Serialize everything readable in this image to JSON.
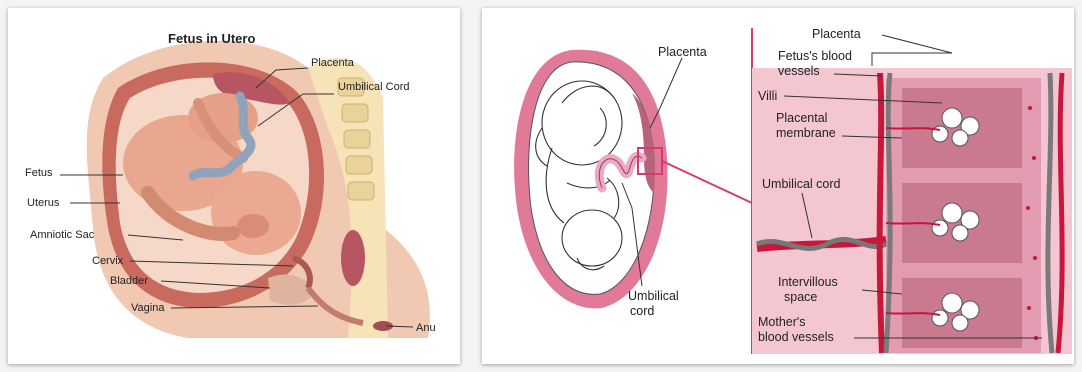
{
  "left": {
    "title": "Fetus in Utero",
    "labels": {
      "placenta": "Placenta",
      "umbilical_cord": "Umbilical Cord",
      "fetus": "Fetus",
      "uterus": "Uterus",
      "amniotic_sac": "Amniotic Sac",
      "cervix": "Cervix",
      "bladder": "Bladder",
      "vagina": "Vagina",
      "anus": "Anu"
    }
  },
  "right": {
    "labels": {
      "placenta_main": "Placenta",
      "umbilical_cord_main_1": "Umbilical",
      "umbilical_cord_main_2": "cord",
      "placenta_zoom": "Placenta",
      "fetus_vessels_1": "Fetus's blood",
      "fetus_vessels_2": "vessels",
      "villi": "Villi",
      "membrane_1": "Placental",
      "membrane_2": "membrane",
      "umbilical_cord_zoom": "Umbilical cord",
      "intervillous_1": "Intervillous",
      "intervillous_2": "space",
      "mother_vessels_1": "Mother's",
      "mother_vessels_2": "blood vessels"
    }
  },
  "colors": {
    "skin": "#e8a78e",
    "uterus_wall": "#c96a5e",
    "placenta_pink": "#e7a3b4",
    "vessel_red": "#c8173b",
    "vessel_gray": "#7a7a7a",
    "magenta_line": "#d63a6e"
  }
}
